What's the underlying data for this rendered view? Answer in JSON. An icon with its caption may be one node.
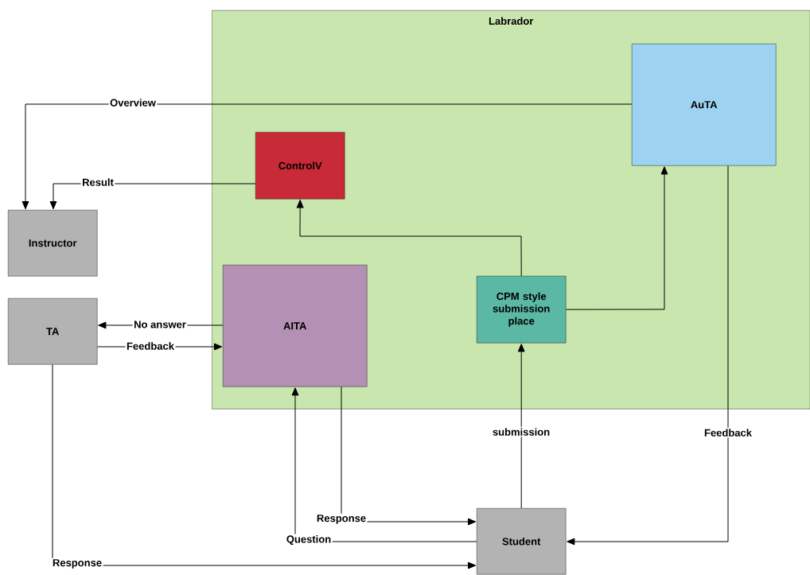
{
  "diagram": {
    "nodes": [
      {
        "text": [
          "Labrador"
        ]
      },
      {
        "text": [
          "AuTA"
        ],
        "in": 0
      },
      {
        "text": [
          "ControlV"
        ],
        "in": 0
      },
      {
        "text": [
          "AITA"
        ],
        "in": 0
      },
      {
        "text": [
          "CPM style submission place"
        ],
        "in": 0
      },
      {
        "text": [
          "Instructor"
        ]
      },
      {
        "text": [
          "TA"
        ]
      },
      {
        "text": [
          "Student"
        ]
      }
    ],
    "edges": [
      {
        "from": 1,
        "to": 5,
        "arrow": "to",
        "label": "Overview"
      },
      {
        "from": 2,
        "to": 5,
        "arrow": "to",
        "label": "Result"
      },
      {
        "from": 4,
        "to": 2,
        "arrow": "to"
      },
      {
        "from": 4,
        "to": 1,
        "arrow": "to"
      },
      {
        "from": 3,
        "to": 6,
        "arrow": "to",
        "label": "No answer"
      },
      {
        "from": 6,
        "to": 3,
        "arrow": "to",
        "label": "Feedback"
      },
      {
        "from": 7,
        "to": 4,
        "arrow": "to",
        "label": "submission"
      },
      {
        "from": 1,
        "to": 7,
        "arrow": "to",
        "label": "Feedback"
      },
      {
        "from": 3,
        "to": 7,
        "arrow": "to",
        "label": "Response"
      },
      {
        "from": 7,
        "to": 3,
        "arrow": "to",
        "label": "Question"
      },
      {
        "from": 6,
        "to": 7,
        "arrow": "to",
        "label": "Response"
      }
    ]
  }
}
